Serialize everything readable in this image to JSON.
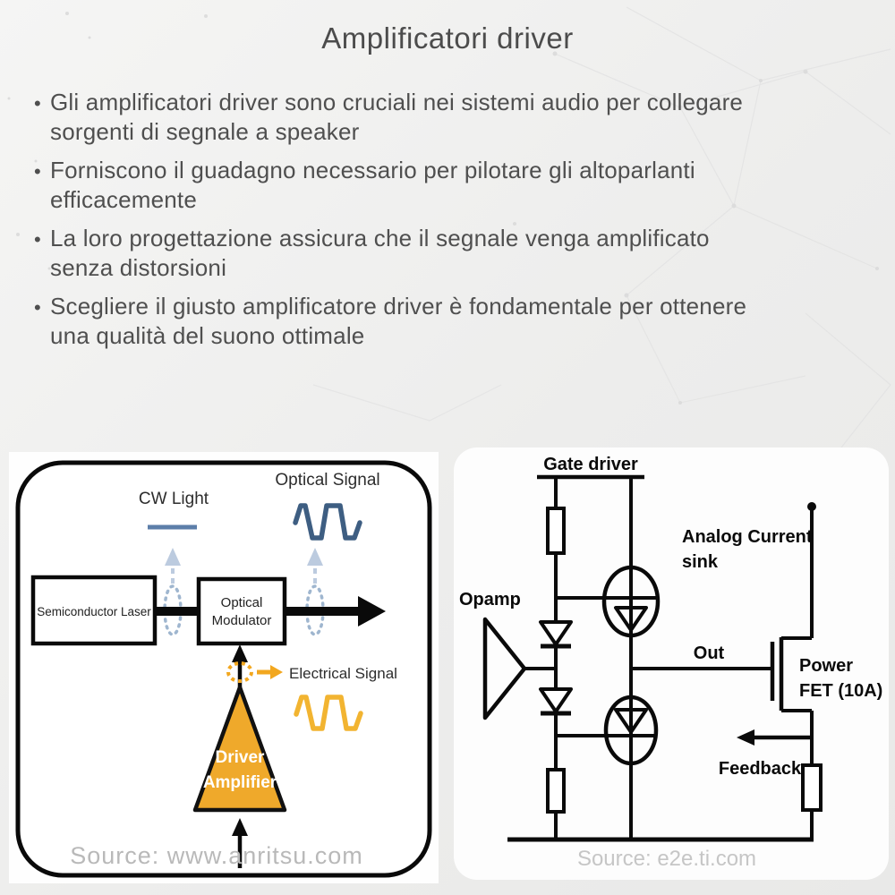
{
  "page": {
    "title": "Amplificatori driver",
    "bullets": [
      "Gli amplificatori driver sono cruciali nei sistemi audio per collegare sorgenti di segnale a speaker",
      "Forniscono il guadagno necessario per pilotare gli altoparlanti efficacemente",
      "La loro progettazione assicura che il segnale venga amplificato senza distorsioni",
      "Scegliere il giusto amplificatore driver è fondamentale per ottenere una qualità del suono ottimale"
    ]
  },
  "optical_diagram": {
    "cw_light": "CW Light",
    "optical_signal": "Optical Signal",
    "semiconductor_laser": "Semiconductor Laser",
    "optical_modulator_line1": "Optical",
    "optical_modulator_line2": "Modulator",
    "electrical_signal": "Electrical Signal",
    "driver_amplifier_line1": "Driver",
    "driver_amplifier_line2": "Amplifier",
    "source": "Source: www.anritsu.com",
    "colors": {
      "signal_blue": "#3e5e82",
      "bar_blue": "#5c7ea9",
      "dashed_light_blue": "#bccbdf",
      "amber": "#efa92b",
      "wave_amber": "#f2b431",
      "source_gray": "#b9b9b9"
    }
  },
  "circuit_diagram": {
    "gate_driver": "Gate driver",
    "opamp": "Opamp",
    "analog_current_line1": "Analog Current",
    "analog_current_line2": "sink",
    "out": "Out",
    "power_fet_line1": "Power",
    "power_fet_line2": "FET (10A)",
    "feedback": "Feedback",
    "source": "Source: e2e.ti.com",
    "colors": {
      "line_black": "#0a0a0a",
      "card_white": "#fdfdfd"
    }
  }
}
